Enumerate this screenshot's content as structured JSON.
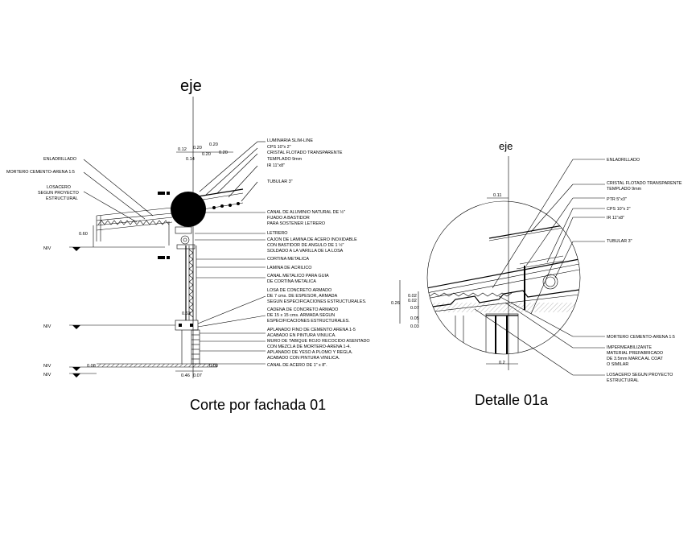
{
  "left_detail": {
    "title": "Corte por fachada 01",
    "axis_label": "eje",
    "left_labels": [
      "ENLADRILLADO",
      "MORTERO CEMENTO-ARENA 1:5",
      "LOSACERO",
      "SEGUN PROYECTO",
      "ESTRUCTURAL"
    ],
    "levels": [
      "NIV",
      "NIV",
      "NIV",
      "NIV"
    ],
    "dims": {
      "d012": "0.12",
      "d020a": "0.20",
      "d020b": "0.20",
      "d020c": "0.20",
      "d014": "0.14",
      "d060": "0.60",
      "d063": "0.63",
      "d008a": "0.08",
      "d008b": "0.08",
      "d046": "0.46",
      "d007": "0.07"
    },
    "right_labels": [
      "LUMINARIA SLIM-LINE",
      "CPS 10\"x 2\"",
      "CRISTAL FLOTADO TRANSPARENTE",
      "TEMPLADO 9mm",
      "IR 11\"x8\"",
      "TUBULAR 3\"",
      "CANAL DE ALUMINIO NATURAL DE ½\"",
      "FIJADO A BASTIDOR",
      "PARA SOSTENER LETRERO",
      "LETRERO",
      "CAJON DE LAMINA DE ACERO INOXIDABLE",
      "CON BASTIDOR DE ANGULO DE 1 ½\"",
      "SOLDADO A LA VARILLA DE LA LOSA",
      "CORTINA METALICA",
      "LAMINA DE ACRILICO",
      "CANAL METALICO PARA GUIA",
      "DE CORTINA METALICA",
      "LOSA DE CONCRETO ARMADO",
      "DE 7 cms. DE ESPESOR, ARMADA",
      "SEGUN ESPECIFICACIONES ESTRUCTURALES.",
      "CADENA  DE CONCRETO ARMADO",
      "DE 15 x 15 cms. ARMADA SEGUN",
      "ESPECIFICACIONES ESTRUCTURALES.",
      "APLANADO FINO DE CEMENTO ARENA 1-5",
      "ACABADO EN PINTURA VINILICA.",
      "MURO DE TABIQUE ROJO RECOCIDO ASENTADO",
      "CON MEZCLA DE MORTERO-ARENA 1-4.",
      "APLANADO DE YESO A PLOMO Y REGLA.",
      "ACABADO CON PINTURA VINILICA.",
      "CANAL DE ACERO DE 1\" x 8\"."
    ]
  },
  "right_detail": {
    "title": "Detalle 01a",
    "axis_label": "eje",
    "dims": {
      "d011": "0.11",
      "d026": "0.26",
      "d002a": "0.02",
      "d002b": "0.02",
      "d007": "0.07",
      "d005": "0.05",
      "d003": "0.03",
      "d02": "0.2"
    },
    "labels_top": [
      "ENLADRILLADO",
      "CRISTAL FLOTADO TRANSPARENTE",
      "TEMPLADO 9mm",
      "PTR 5\"x3\"",
      "CPS 10\"x 2\"",
      "IR 11\"x8\"",
      "TUBULAR 3\""
    ],
    "labels_bottom": [
      "MORTERO CEMENTO-ARENA 1:5",
      "IMPERMEABILIZANTE",
      "MATERIAL PREFABRICADO",
      "DE 3.5mm MARCA AL COAT",
      "O SIMILAR",
      "LOSACERO SEGUN PROYECTO",
      "ESTRUCTURAL"
    ]
  }
}
